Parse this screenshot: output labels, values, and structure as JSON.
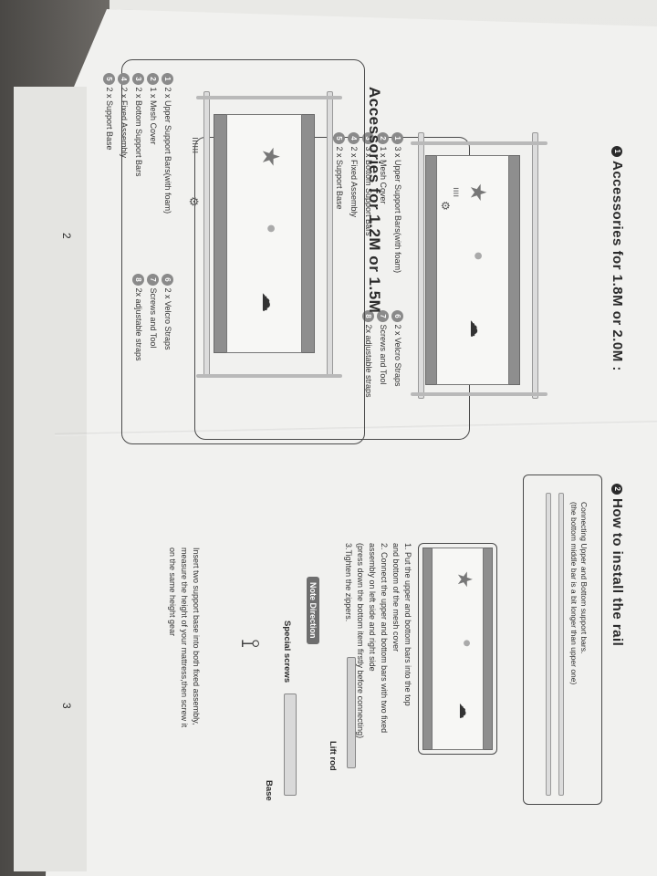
{
  "photo": {
    "description_hidden": true
  },
  "section1": {
    "badge": "1",
    "title": "Accessories for 1.8M or 2.0M :",
    "callouts": [
      "1",
      "2",
      "3",
      "4",
      "5",
      "6",
      "7",
      "8"
    ],
    "items_left": [
      {
        "n": "1",
        "text": "3 x Upper Support Bars(with foam)"
      },
      {
        "n": "2",
        "text": "1 x Mesh Cover"
      },
      {
        "n": "3",
        "text": "3 x Bottom Support Bars"
      },
      {
        "n": "4",
        "text": "2 x Fixed Assembly"
      },
      {
        "n": "5",
        "text": "2 x Support Base"
      }
    ],
    "items_right": [
      {
        "n": "6",
        "text": "2 x Velcro Straps"
      },
      {
        "n": "7",
        "text": "Screws and Tool"
      },
      {
        "n": "8",
        "text": "2x adjustable straps"
      }
    ]
  },
  "section2": {
    "title": "Accessories for 1.2M or 1.5M",
    "items_left": [
      {
        "n": "1",
        "text": "2 x Upper Support Bars(with foam)"
      },
      {
        "n": "2",
        "text": "1 x Mesh Cover"
      },
      {
        "n": "3",
        "text": "2 x Bottom Support Bars"
      },
      {
        "n": "4",
        "text": "2 x Fixed Assembly"
      },
      {
        "n": "5",
        "text": "2 x Support Base"
      }
    ],
    "items_right": [
      {
        "n": "6",
        "text": "2 x Velcro Straps"
      },
      {
        "n": "7",
        "text": "Screws and Tool"
      },
      {
        "n": "8",
        "text": "2x adjustable straps"
      }
    ]
  },
  "install": {
    "badge": "2",
    "title": "How to install the rail",
    "connect_line1": "Connecting Upper and Bottom support bars.",
    "connect_line2": "(the bottom middle bar is a bit longer than upper one)",
    "steps": [
      "1. Put the upper and bottom bars into the top",
      "and bottom of the mesh cover",
      "2. Connect the upper and bottom bars with two fixed",
      "assembly on left side and right side",
      "(press down the bottom item firstly before connecting)",
      "3.Tighten the zippers."
    ],
    "note_label": "Note Direction",
    "special_screws": "Special screws",
    "lift_rod": "Lift rod",
    "base": "Base",
    "support_text": [
      "Insert two support base into both fixed assembly,",
      "measure the height of your mattress,then screw it",
      "on the same height gear"
    ]
  },
  "page_numbers": {
    "left": "2",
    "right": "3"
  }
}
